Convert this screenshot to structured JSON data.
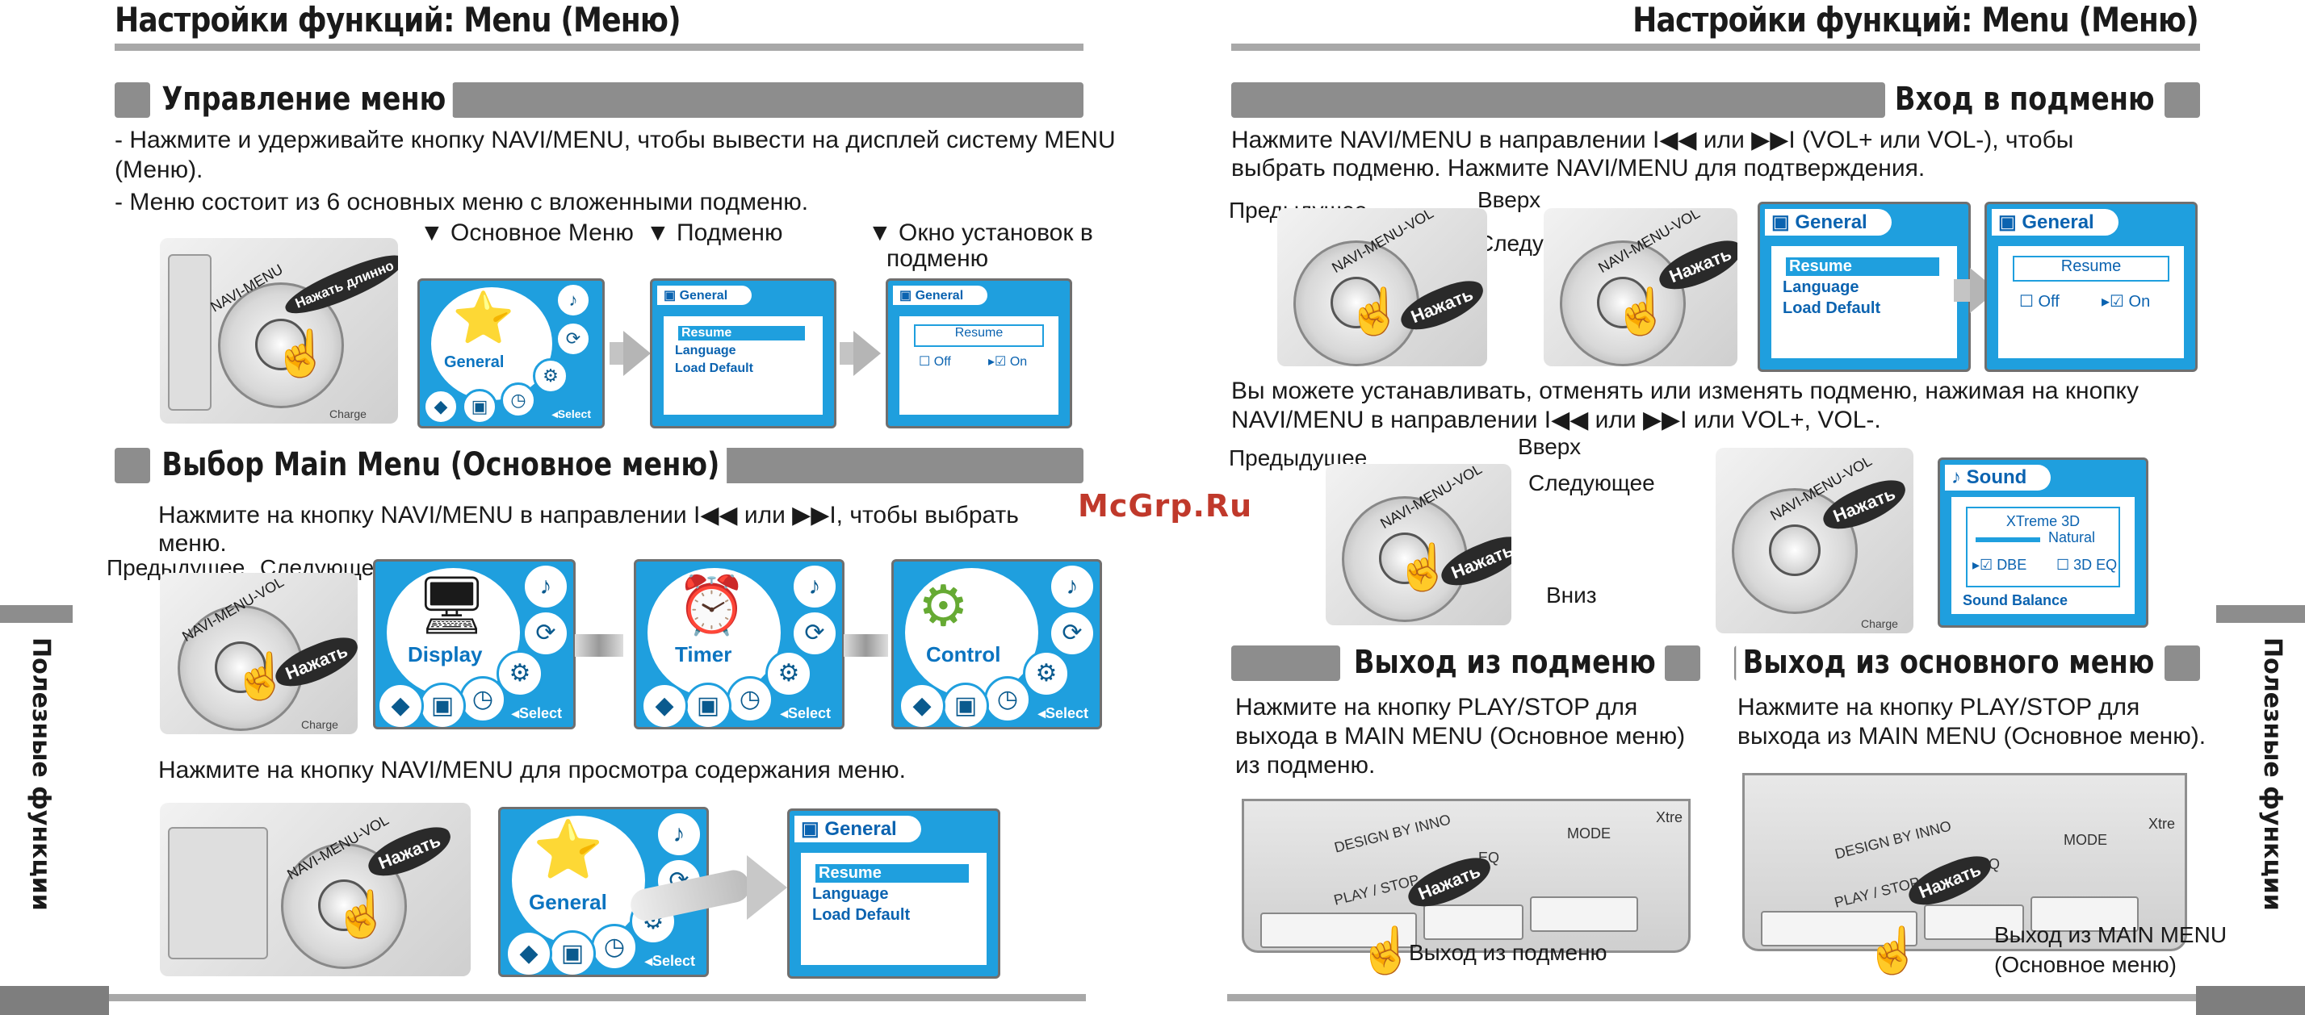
{
  "left": {
    "header": "Настройки функций: Menu (Меню)",
    "sec1": {
      "title": "Управление меню",
      "lines": [
        "- Нажмите и удерживайте кнопку NAVI/MENU, чтобы вывести на дисплей систему MENU",
        "  (Меню).",
        "- Меню состоит из 6 основных меню с вложенными подменю."
      ],
      "label_main": "Основное Меню",
      "label_sub": "Подменю",
      "label_win_1": "Окно установок в",
      "label_win_2": "подменю",
      "press_long": "Нажать длинно"
    },
    "sec2": {
      "title": "Выбор Main Menu (Основное меню)",
      "line1": "Нажмите на кнопку NAVI/MENU в направлении I◀◀ или ▶▶I, чтобы выбрать",
      "line2": "меню.",
      "prev": "Предыдущее",
      "next": "Следующее",
      "press": "Нажать",
      "line3": "Нажмите на кнопку NAVI/MENU для просмотра содержания меню."
    },
    "side_label": "Полезные функции"
  },
  "right": {
    "header": "Настройки функций: Menu (Меню)",
    "sec1": {
      "title": "Вход в подменю",
      "line1": "Нажмите NAVI/MENU в направлении I◀◀ или ▶▶I (VOL+ или VOL-), чтобы",
      "line2": "выбрать подменю. Нажмите NAVI/MENU для подтверждения.",
      "up": "Вверх",
      "prev": "Предыдущее",
      "next": "Следующее",
      "press": "Нажать",
      "line3": "Вы можете устанавливать, отменять или изменять подменю, нажимая на кнопку",
      "line4": "NAVI/MENU в направлении I◀◀ или ▶▶I или VOL+, VOL-.",
      "down": "Вниз"
    },
    "sec2": {
      "title": "Выход из подменю",
      "lines": [
        "Нажмите на кнопку PLAY/STOP для",
        "выхода в MAIN MENU (Основное меню)",
        "из подменю."
      ],
      "caption": "Выход из подменю"
    },
    "sec3": {
      "title": "Выход из основного меню",
      "lines": [
        "Нажмите на кнопку PLAY/STOP для",
        "выхода из MAIN MENU (Основное меню)."
      ],
      "caption1": "Выход из MAIN MENU",
      "caption2": "(Основное меню)"
    },
    "side_label": "Полезные функции"
  },
  "device": {
    "navi_label": "NAVI-MENU-VOL",
    "navi_label_short": "NAVI-MENU",
    "charge": "Charge",
    "design": "DESIGN BY INNO",
    "mode": "MODE",
    "eq": "EQ",
    "playstop": "PLAY / STOP",
    "xtreme": "Xtre"
  },
  "screens": {
    "general": "General",
    "display": "Display",
    "timer": "Timer",
    "control": "Control",
    "select": "Select",
    "items": [
      "Resume",
      "Language",
      "Load Default"
    ],
    "resume": "Resume",
    "off": "Off",
    "on": "On",
    "sound": "Sound",
    "xtreme3d": "XTreme 3D",
    "natural": "Natural",
    "dbe": "DBE",
    "eq3d": "3D EQ",
    "sound_balance": "Sound Balance"
  },
  "watermark": "McGrp.Ru"
}
